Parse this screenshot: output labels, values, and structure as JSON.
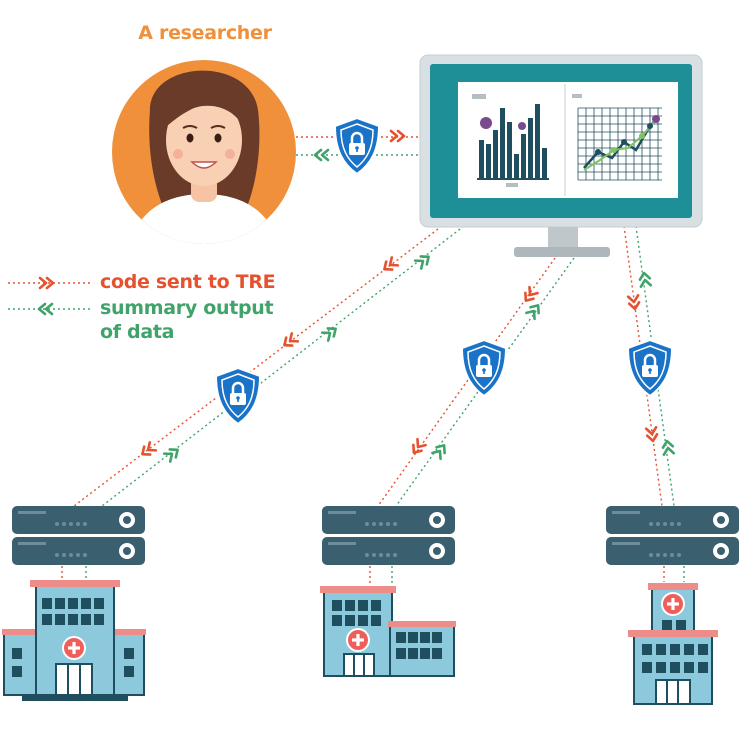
{
  "researcher": {
    "label": "A researcher"
  },
  "legend": {
    "code_label": "code sent to TRE",
    "summary_label": "summary output of data"
  },
  "colors": {
    "code_arrow": "#E5522F",
    "summary_arrow": "#3FA36A",
    "researcher_accent": "#F0903A",
    "shield": "#1A73C7",
    "monitor_screen": "#1E8E97",
    "server": "#3A5F6E",
    "hospital": "#8CC9DC"
  },
  "icons": [
    "researcher-avatar",
    "monitor-icon",
    "bar-chart-icon",
    "line-chart-icon",
    "lock-shield-icon",
    "server-icon",
    "hospital-icon"
  ]
}
